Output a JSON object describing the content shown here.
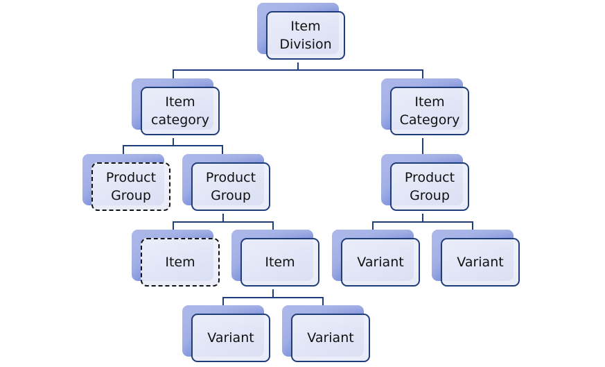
{
  "diagram": {
    "type": "hierarchy",
    "nodes": [
      {
        "id": "item-division",
        "label": "Item\nDivision",
        "style": "solid"
      },
      {
        "id": "item-category-left",
        "label": "Item\ncategory",
        "style": "solid"
      },
      {
        "id": "item-category-right",
        "label": "Item\nCategory",
        "style": "solid"
      },
      {
        "id": "product-group-optional",
        "label": "Product\nGroup",
        "style": "dashed"
      },
      {
        "id": "product-group-left",
        "label": "Product\nGroup",
        "style": "solid"
      },
      {
        "id": "product-group-right",
        "label": "Product\nGroup",
        "style": "solid"
      },
      {
        "id": "item-optional",
        "label": "Item",
        "style": "dashed"
      },
      {
        "id": "item",
        "label": "Item",
        "style": "solid"
      },
      {
        "id": "variant-right-1",
        "label": "Variant",
        "style": "solid"
      },
      {
        "id": "variant-right-2",
        "label": "Variant",
        "style": "solid"
      },
      {
        "id": "variant-bottom-1",
        "label": "Variant",
        "style": "solid"
      },
      {
        "id": "variant-bottom-2",
        "label": "Variant",
        "style": "solid"
      }
    ],
    "edges": [
      [
        "item-division",
        "item-category-left"
      ],
      [
        "item-division",
        "item-category-right"
      ],
      [
        "item-category-left",
        "product-group-optional"
      ],
      [
        "item-category-left",
        "product-group-left"
      ],
      [
        "item-category-right",
        "product-group-right"
      ],
      [
        "product-group-left",
        "item-optional"
      ],
      [
        "product-group-left",
        "item"
      ],
      [
        "product-group-right",
        "variant-right-1"
      ],
      [
        "product-group-right",
        "variant-right-2"
      ],
      [
        "item",
        "variant-bottom-1"
      ],
      [
        "item",
        "variant-bottom-2"
      ]
    ],
    "colors": {
      "border": "#1f3d7a",
      "connector": "#1f3d7a",
      "shadow_light": "#a8b4e6",
      "shadow_dark": "#1c3ea6",
      "fill": "#eef0f8",
      "dashed_border": "#111111"
    }
  }
}
